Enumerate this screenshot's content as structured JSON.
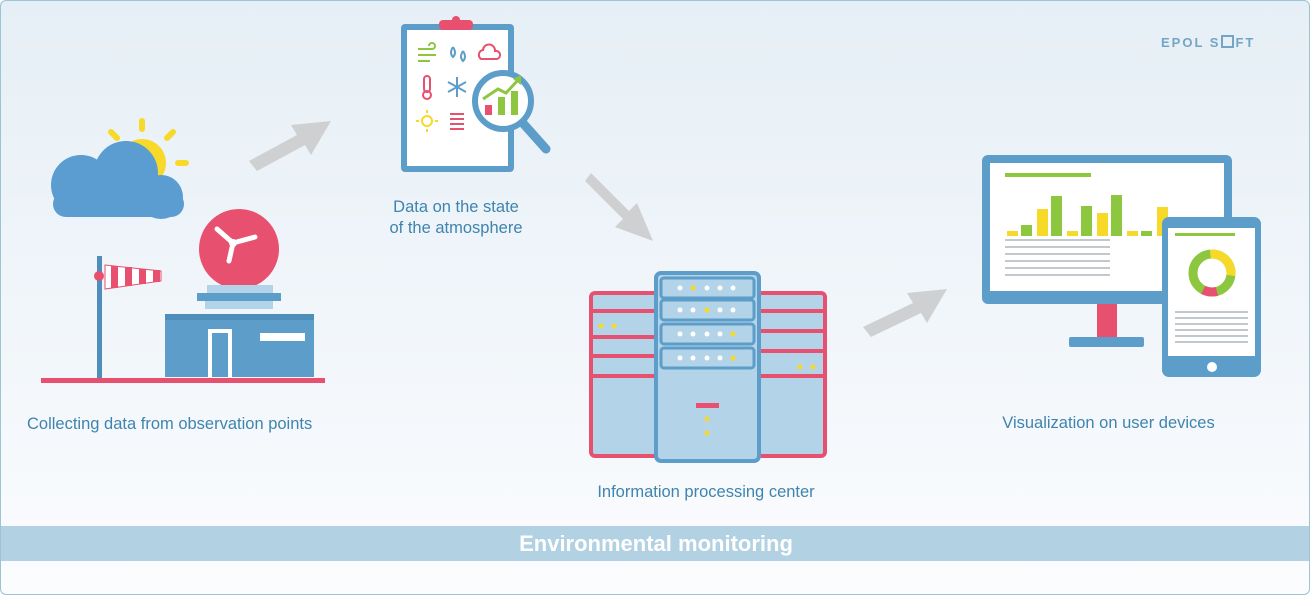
{
  "brand": {
    "text_left": "EPOL S",
    "text_right": "FT"
  },
  "steps": {
    "collect": "Collecting data from observation points",
    "data_line1": "Data on the state",
    "data_line2": "of the atmosphere",
    "center": "Information processing center",
    "visual": "Visualization on user devices"
  },
  "banner": "Environmental monitoring",
  "colors": {
    "blue": "#5c9ec9",
    "light_blue": "#b3d3e8",
    "pink": "#e8506f",
    "yellow": "#f7d92a",
    "green": "#8dc63f",
    "arrow_gray": "#cfd0d1"
  },
  "icons": [
    "cloud-icon",
    "sun-icon",
    "windsock-icon",
    "radar-dome-icon",
    "station-building-icon",
    "clipboard-icon",
    "magnifier-icon",
    "server-icon",
    "monitor-icon",
    "tablet-icon",
    "arrow-icon"
  ]
}
